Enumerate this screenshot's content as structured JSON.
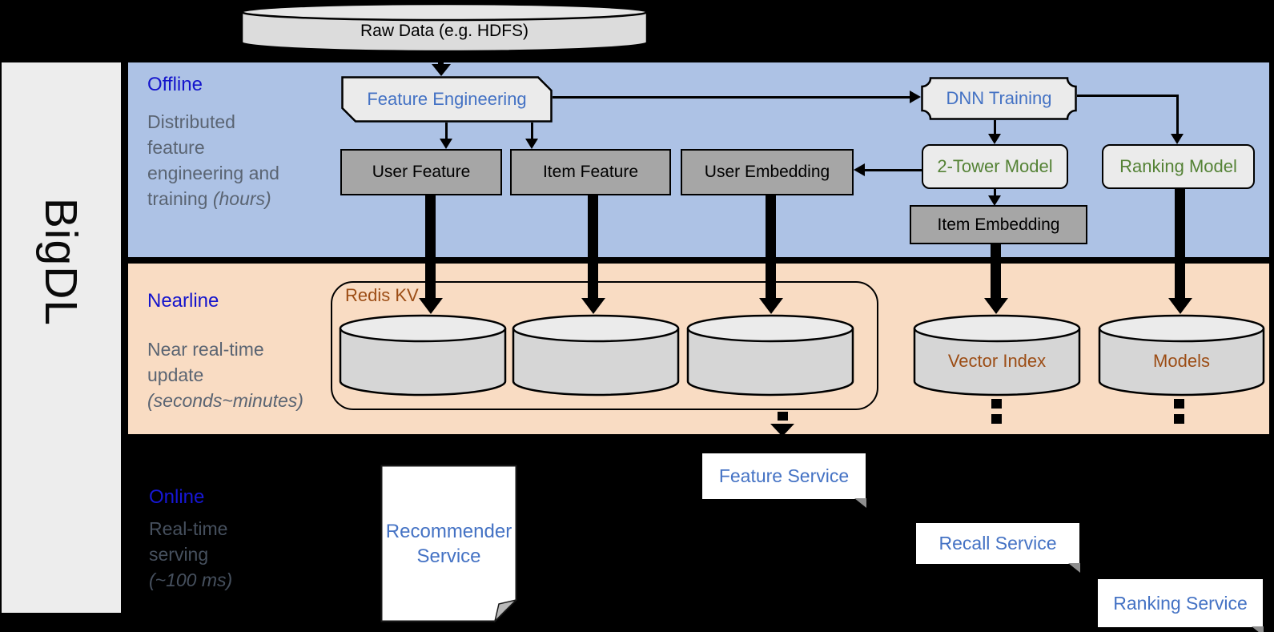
{
  "brand": {
    "name": "BigDL"
  },
  "raw_data": {
    "label": "Raw Data (e.g. HDFS)"
  },
  "sections": {
    "offline": {
      "label": "Offline",
      "desc": [
        "Distributed",
        "feature",
        "engineering and"
      ],
      "desc_tail": "training ",
      "duration": "(hours)"
    },
    "nearline": {
      "label": "Nearline",
      "desc": [
        "Near real-time",
        "update"
      ],
      "duration": "(seconds~minutes)"
    },
    "online": {
      "label": "Online",
      "desc": [
        "Real-time",
        "serving"
      ],
      "duration": "(~100 ms)"
    }
  },
  "nodes": {
    "feature_engineering": {
      "label": "Feature Engineering"
    },
    "dnn_training": {
      "label": "DNN Training"
    },
    "user_feature": {
      "label": "User Feature"
    },
    "item_feature": {
      "label": "Item Feature"
    },
    "user_embedding": {
      "label": "User Embedding"
    },
    "two_tower_model": {
      "label": "2-Tower Model"
    },
    "ranking_model": {
      "label": "Ranking Model"
    },
    "item_embedding": {
      "label": "Item Embedding"
    },
    "redis_kv": {
      "label": "Redis KV"
    },
    "vector_index": {
      "label": "Vector Index"
    },
    "models": {
      "label": "Models"
    }
  },
  "services": {
    "recommender": {
      "line1": "Recommender",
      "line2": "Service"
    },
    "feature": {
      "label": "Feature Service"
    },
    "recall": {
      "label": "Recall Service"
    },
    "ranking": {
      "label": "Ranking Service"
    }
  },
  "colors": {
    "offline_bg": "#adc2e5",
    "nearline_bg": "#f9dcc3",
    "online_bg": "#000000",
    "sidebar_bg": "#ededed",
    "section_label_blue": "#1414cc",
    "description_gray": "#5a6472",
    "node_text_blue": "#4472c4",
    "node_text_green": "#548235",
    "storage_text_brown": "#9c4d15",
    "gray_box_fill": "#a6a6a6",
    "light_shape_fill": "#ebebeb",
    "cylinder_fill": "#d6d6d6"
  }
}
